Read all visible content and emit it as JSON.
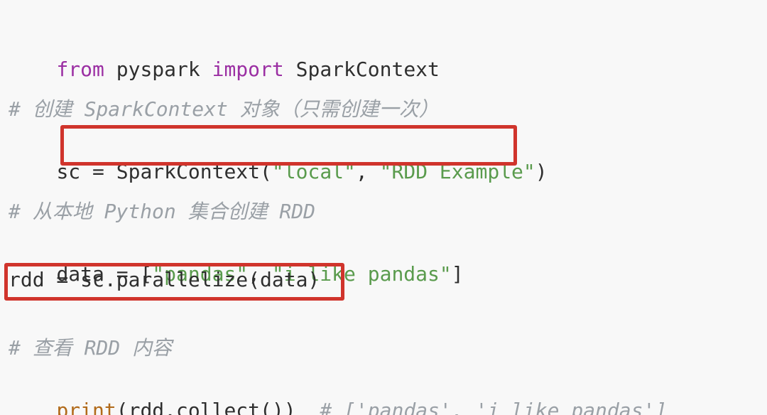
{
  "code": {
    "line1": {
      "kw_from": "from",
      "module": " pyspark ",
      "kw_import": "import",
      "name": " SparkContext"
    },
    "line2": {
      "comment": "# 创建 SparkContext 对象（只需创建一次）"
    },
    "line3": {
      "prefix": "sc = ",
      "call": "SparkContext(",
      "arg1": "\"local\"",
      "sep": ", ",
      "arg2": "\"RDD Example\"",
      "close": ")"
    },
    "line4": {
      "comment": "# 从本地 Python 集合创建 RDD"
    },
    "line5": {
      "prefix": "data = [",
      "s1": "\"pandas\"",
      "sep": ", ",
      "s2": "\"i like pandas\"",
      "close": "]"
    },
    "line6": {
      "text": "rdd = sc.parallelize(data)"
    },
    "line7": {
      "comment": "# 查看 RDD 内容"
    },
    "line8": {
      "fn": "print",
      "args": "(rdd.collect())",
      "spacer": "  ",
      "comment": "# ['pandas', 'i like pandas']"
    }
  },
  "colors": {
    "keyword": "#9b2fa3",
    "string": "#5a9b4d",
    "comment": "#9aa0a6",
    "builtin": "#b16a1a",
    "highlight_box": "#d0342c",
    "background": "#f8f8f8"
  }
}
